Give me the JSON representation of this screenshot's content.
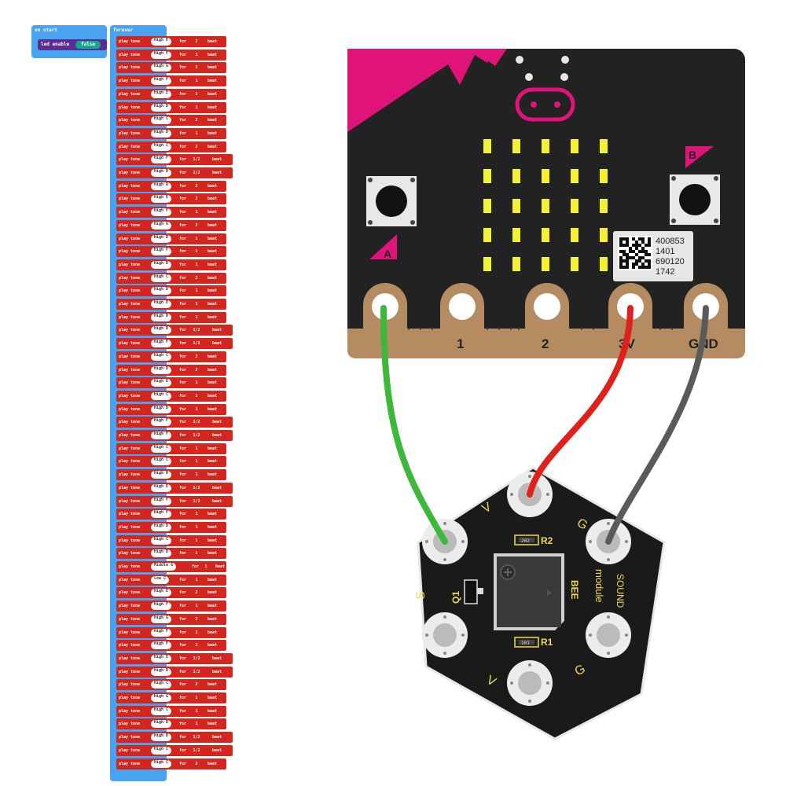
{
  "on_start": {
    "header": "on start",
    "led_label": "led enable",
    "led_value": "false"
  },
  "forever": {
    "header": "forever"
  },
  "tone_words": {
    "play": "play tone",
    "for": "for",
    "beat": "beat"
  },
  "tones": [
    {
      "note": "High E",
      "beat": "2"
    },
    {
      "note": "High F",
      "beat": "1"
    },
    {
      "note": "High G",
      "beat": "2"
    },
    {
      "note": "High F",
      "beat": "1"
    },
    {
      "note": "High E",
      "beat": "1"
    },
    {
      "note": "High D",
      "beat": "1"
    },
    {
      "note": "High C",
      "beat": "2"
    },
    {
      "note": "High D",
      "beat": "1"
    },
    {
      "note": "High C",
      "beat": "2"
    },
    {
      "note": "High F",
      "beat": "1/2"
    },
    {
      "note": "High D",
      "beat": "1/2"
    },
    {
      "note": "High D",
      "beat": "2"
    },
    {
      "note": "High E",
      "beat": "2"
    },
    {
      "note": "High F",
      "beat": "1"
    },
    {
      "note": "High G",
      "beat": "2"
    },
    {
      "note": "High D",
      "beat": "1"
    },
    {
      "note": "High F",
      "beat": "1"
    },
    {
      "note": "High D",
      "beat": "1"
    },
    {
      "note": "High C",
      "beat": "2"
    },
    {
      "note": "High D",
      "beat": "1"
    },
    {
      "note": "High E",
      "beat": "1"
    },
    {
      "note": "High D",
      "beat": "1"
    },
    {
      "note": "High D",
      "beat": "1/2"
    },
    {
      "note": "High F",
      "beat": "1/2"
    },
    {
      "note": "High C",
      "beat": "2"
    },
    {
      "note": "High D",
      "beat": "2"
    },
    {
      "note": "High E",
      "beat": "1"
    },
    {
      "note": "High C",
      "beat": "1"
    },
    {
      "note": "High D",
      "beat": "1"
    },
    {
      "note": "High F",
      "beat": "1/2"
    },
    {
      "note": "High F",
      "beat": "1/2"
    },
    {
      "note": "High C",
      "beat": "1"
    },
    {
      "note": "High C",
      "beat": "1"
    },
    {
      "note": "High D",
      "beat": "1"
    },
    {
      "note": "High E",
      "beat": "1/2"
    },
    {
      "note": "High F",
      "beat": "1/2"
    },
    {
      "note": "High F",
      "beat": "1"
    },
    {
      "note": "High D",
      "beat": "1"
    },
    {
      "note": "High C",
      "beat": "1"
    },
    {
      "note": "High D",
      "beat": "1"
    },
    {
      "note": "Middle G",
      "beat": "1"
    },
    {
      "note": "Low C",
      "beat": "1"
    },
    {
      "note": "High E",
      "beat": "2"
    },
    {
      "note": "High F",
      "beat": "1"
    },
    {
      "note": "High G",
      "beat": "2"
    },
    {
      "note": "High F",
      "beat": "1"
    },
    {
      "note": "High F",
      "beat": "1"
    },
    {
      "note": "High E",
      "beat": "1/2"
    },
    {
      "note": "High D",
      "beat": "1/2"
    },
    {
      "note": "High C",
      "beat": "2"
    },
    {
      "note": "High G",
      "beat": "1"
    },
    {
      "note": "High C",
      "beat": "1"
    },
    {
      "note": "High D",
      "beat": "1"
    },
    {
      "note": "High D",
      "beat": "1/2"
    },
    {
      "note": "High C",
      "beat": "1/2"
    },
    {
      "note": "High C",
      "beat": "2"
    }
  ],
  "microbit": {
    "button_a": "A",
    "button_b": "B",
    "pins": [
      "1",
      "2",
      "3V",
      "GND"
    ],
    "qr_code": [
      "400853",
      "1401",
      "690120",
      "1742"
    ]
  },
  "sound_module": {
    "labels": {
      "v_top": "V",
      "g_top": "G",
      "s": "S",
      "g_bottom": "G",
      "v_bottom": "V"
    },
    "r2": "R2",
    "r2_code": "202",
    "r1": "R1",
    "r1_code": "101",
    "q1": "Q1",
    "bee": "BEE",
    "sound": "SOUND",
    "module": "module"
  },
  "colors": {
    "block_blue": "#4aa3f0",
    "block_red": "#d4261e",
    "block_purple": "#5c2d91",
    "bool_green": "#13a88b",
    "board_black": "#222222",
    "board_magenta": "#e0137a",
    "gold": "#b58b62",
    "led_yellow": "#f4f034",
    "wire_green": "#3db83a",
    "wire_red": "#e0201a",
    "wire_gray": "#5a5a5a",
    "module_text": "#f1d94a"
  }
}
